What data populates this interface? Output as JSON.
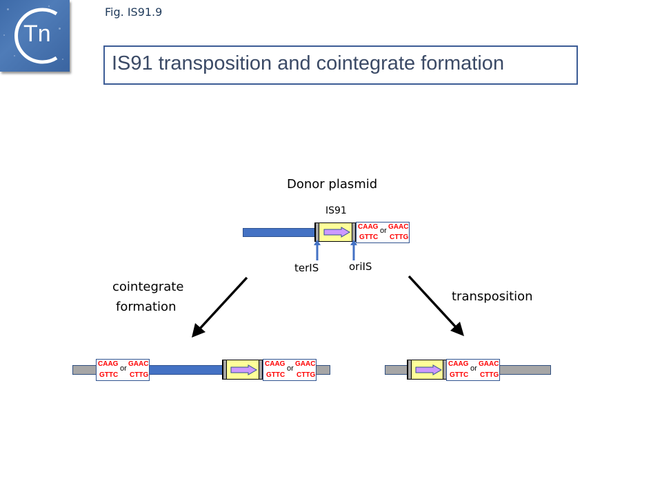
{
  "header": {
    "logo_text": "Tn",
    "figure_label": "Fig. IS91.9",
    "title": "IS91 transposition and cointegrate formation"
  },
  "diagram": {
    "donor": {
      "label": "Donor plasmid",
      "element_label": "IS91",
      "left_end_label": "terIS",
      "right_end_label": "oriIS"
    },
    "sequence_box": {
      "top_left": "CAAG",
      "bottom_left": "GTTC",
      "or": "or",
      "top_right": "GAAC",
      "bottom_right": "CTTG"
    },
    "pathways": {
      "left": "cointegrate\nformation",
      "left_line1": "cointegrate",
      "left_line2": "formation",
      "right": "transposition"
    },
    "colors": {
      "donor_backbone": "#4472c4",
      "target_dna": "#a6a6a6",
      "is_element": "#ffff99",
      "is_arrow": "#cc99ff",
      "sequence_text": "#ff0000",
      "end_pointer": "#4472c4",
      "title_border": "#3b5b95"
    }
  }
}
